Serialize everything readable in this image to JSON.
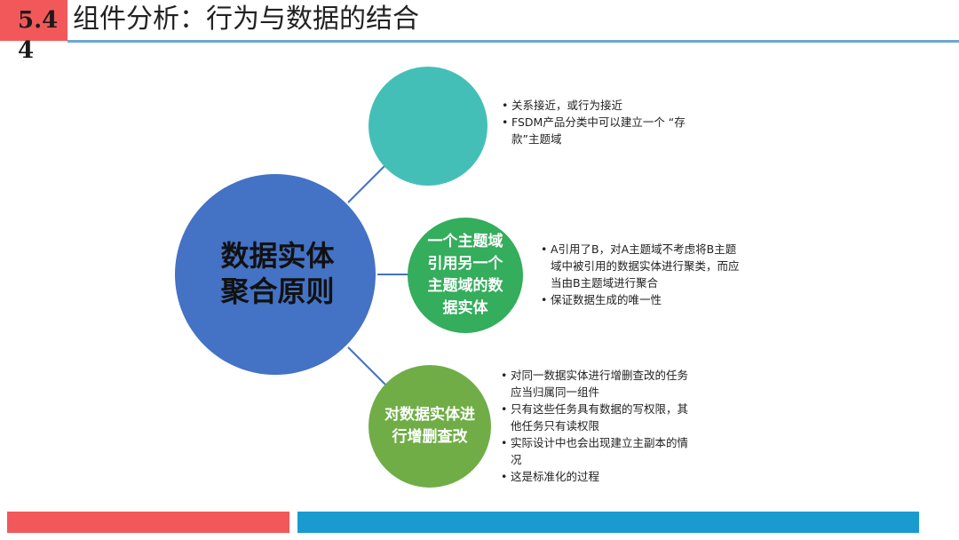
{
  "header": {
    "section_number": "5.44",
    "title": "组件分析：行为与数据的结合"
  },
  "colors": {
    "accent_red": "#f2585a",
    "accent_blue": "#1a9bd0",
    "main_circle": "#4472c4",
    "teal_circle": "#44bfb8",
    "green_circle": "#34ad5c",
    "olive_circle": "#70ad47",
    "connector": "#4472c4"
  },
  "diagram": {
    "main": {
      "label": "数据实体聚合原则"
    },
    "branches": [
      {
        "label": "",
        "bullets": [
          "关系接近，或行为接近",
          "FSDM产品分类中可以建立一个 “存款”主题域"
        ]
      },
      {
        "label": "一个主题域引用另一个主题域的数据实体",
        "bullets": [
          "A引用了B，对A主题域不考虑将B主题域中被引用的数据实体进行聚类，而应当由B主题域进行聚合",
          "保证数据生成的唯一性"
        ]
      },
      {
        "label": "对数据实体进行增删查改",
        "bullets": [
          "对同一数据实体进行增删查改的任务应当归属同一组件",
          "只有这些任务具有数据的写权限，其他任务只有读权限",
          "实际设计中也会出现建立主副本的情况",
          "这是标准化的过程"
        ]
      }
    ]
  }
}
